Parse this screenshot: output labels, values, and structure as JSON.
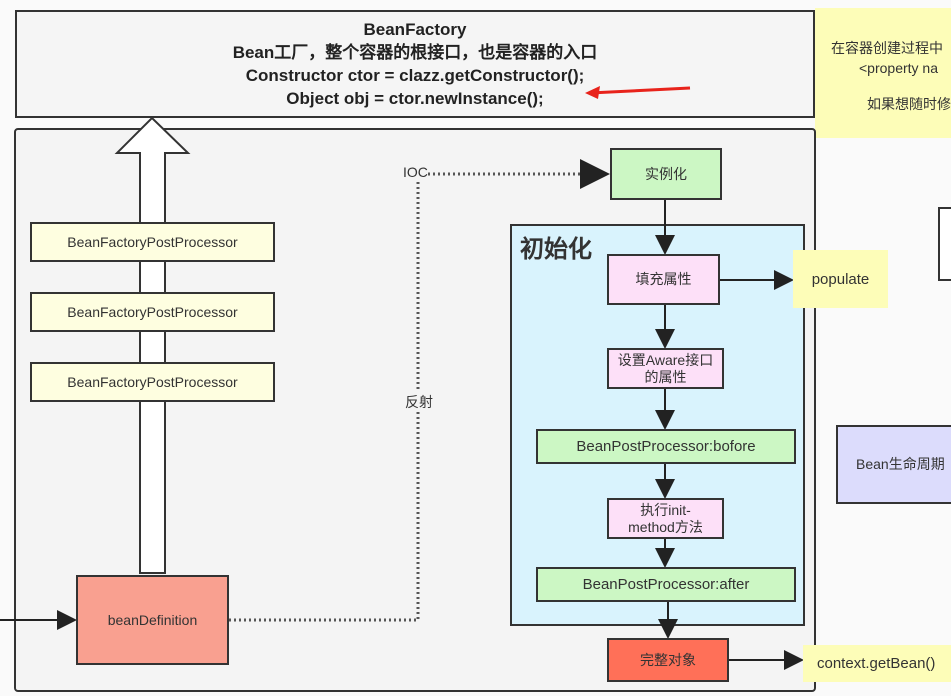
{
  "top_box": {
    "lines": [
      "BeanFactory",
      "Bean工厂，整个容器的根接口，也是容器的入口",
      "Constructor ctor = clazz.getConstructor();",
      "Object obj  = ctor.newInstance();"
    ]
  },
  "top_note": {
    "lines": [
      "在容器创建过程中",
      "<property na",
      "如果想随时修"
    ]
  },
  "bfpp": [
    "BeanFactoryPostProcessor",
    "BeanFactoryPostProcessor",
    "BeanFactoryPostProcessor"
  ],
  "bean_definition": "beanDefinition",
  "ioc_label": "IOC",
  "reflect_label": "反射",
  "instantiate": "实例化",
  "init_group": "初始化",
  "populate_box": "填充属性",
  "populate_note": "populate",
  "aware": "设置Aware接口的属性",
  "bpp_before": "BeanPostProcessor:bofore",
  "init_method": "执行init-method方法",
  "bpp_after": "BeanPostProcessor:after",
  "complete": "完整对象",
  "get_bean_note": "context.getBean()",
  "lifecycle": "Bean生命周期",
  "colors": {
    "instantiate": "#ccf7c4",
    "pink": "#fde0f8",
    "init_group": "#d9f3fd",
    "bean_definition": "#f9a090",
    "complete": "#ff7058",
    "note": "#fdfdb8",
    "lifecycle": "#dcdcfc",
    "red_arrow": "#e8231b"
  }
}
